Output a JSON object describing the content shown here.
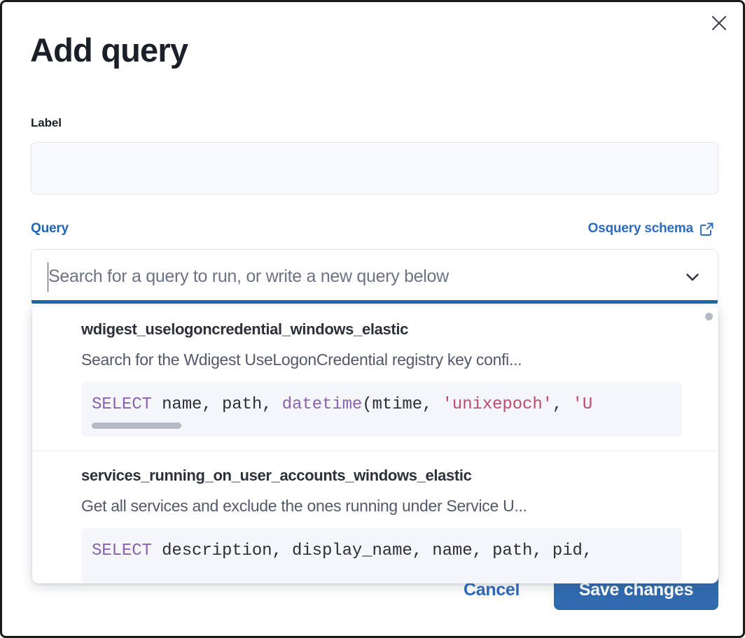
{
  "modal": {
    "title": "Add query",
    "close_icon": "close-icon"
  },
  "label_field": {
    "caption": "Label",
    "value": "",
    "placeholder": ""
  },
  "query_field": {
    "caption": "Query",
    "schema_link_label": "Osquery schema",
    "schema_link_icon": "external-link-icon",
    "search_value": "",
    "search_placeholder": "Search for a query to run, or write a new query below",
    "chevron_icon": "chevron-down-icon"
  },
  "dropdown": {
    "options": [
      {
        "title": "wdigest_uselogoncredential_windows_elastic",
        "description": "Search for the Wdigest UseLogonCredential registry key confi...",
        "code_tokens": [
          {
            "text": "SELECT",
            "type": "keyword"
          },
          {
            "text": " name, path, ",
            "type": "plain"
          },
          {
            "text": "datetime",
            "type": "function"
          },
          {
            "text": "(mtime, ",
            "type": "plain"
          },
          {
            "text": "'unixepoch'",
            "type": "string"
          },
          {
            "text": ", ",
            "type": "plain"
          },
          {
            "text": "'U",
            "type": "string"
          }
        ]
      },
      {
        "title": "services_running_on_user_accounts_windows_elastic",
        "description": "Get all services and exclude the ones running under Service U...",
        "code_tokens": [
          {
            "text": "SELECT",
            "type": "keyword"
          },
          {
            "text": " description, display_name, name, path, pid,",
            "type": "plain"
          }
        ]
      }
    ]
  },
  "footer": {
    "cancel_label": "Cancel",
    "save_label": "Save changes"
  },
  "colors": {
    "primary_blue": "#3069ae",
    "link_blue": "#2c6bbd",
    "focus_underline": "#1d65b5",
    "text_dark": "#1b1f28",
    "text_muted": "#54596a",
    "code_bg": "#f5f6fa",
    "sql_keyword": "#8964ad",
    "sql_string": "#bd4b6b"
  }
}
